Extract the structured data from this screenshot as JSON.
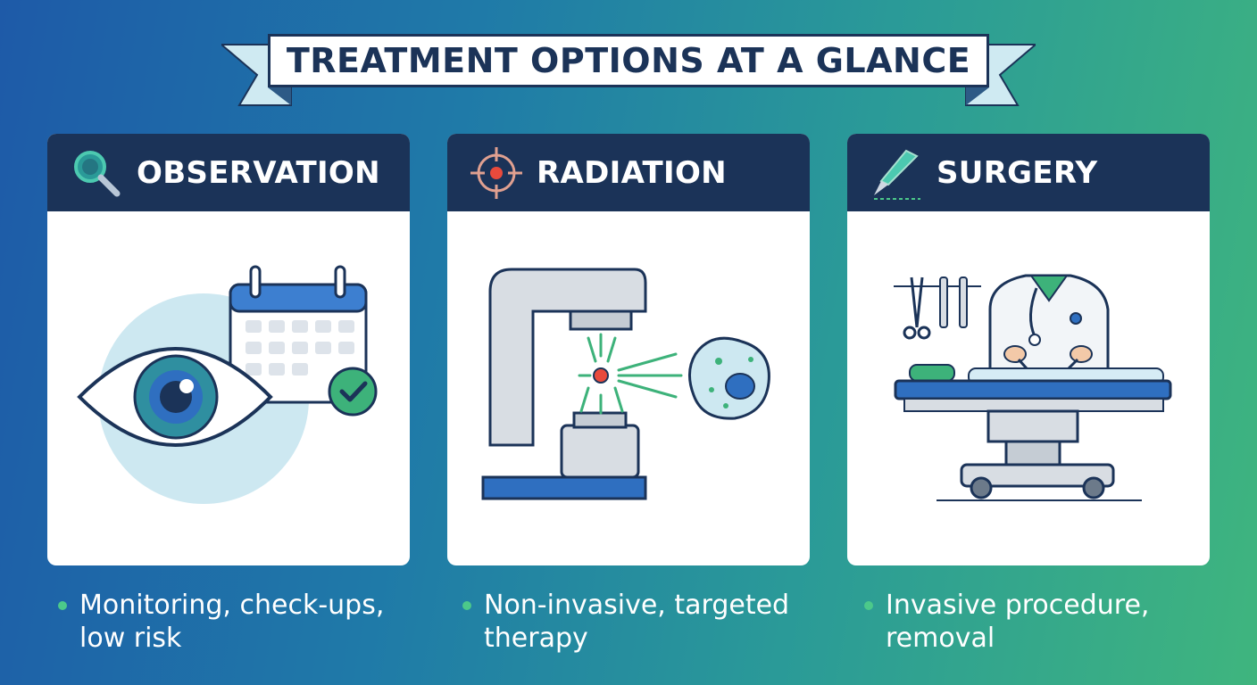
{
  "banner": {
    "title": "TREATMENT OPTIONS AT A GLANCE"
  },
  "cards": [
    {
      "title": "OBSERVATION",
      "icon": "magnifier-icon",
      "illustration": "eye-calendar-illustration",
      "description": "Monitoring, check-ups, low risk"
    },
    {
      "title": "RADIATION",
      "icon": "target-crosshair-icon",
      "illustration": "radiation-machine-illustration",
      "description": "Non-invasive, targeted therapy"
    },
    {
      "title": "SURGERY",
      "icon": "scalpel-icon",
      "illustration": "surgeon-operating-table-illustration",
      "description": "Invasive procedure, removal"
    }
  ],
  "colors": {
    "header": "#1b3358",
    "accent_green": "#3db27a",
    "accent_blue": "#2f6fc0",
    "bullet": "#4cc98a"
  }
}
